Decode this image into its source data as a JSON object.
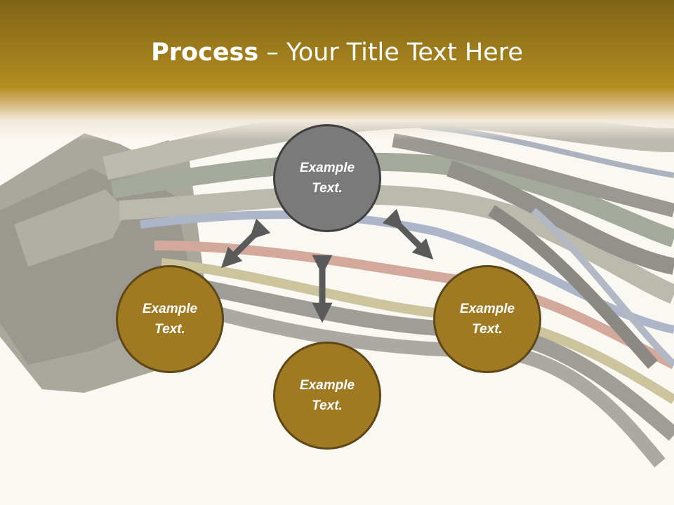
{
  "slide": {
    "title_bold": "Process",
    "title_rest": " – Your Title Text Here"
  },
  "nodes": [
    {
      "line1": "Example",
      "line2": "Text."
    },
    {
      "line1": "Example",
      "line2": "Text."
    },
    {
      "line1": "Example",
      "line2": "Text."
    },
    {
      "line1": "Example",
      "line2": "Text."
    }
  ],
  "colors": {
    "center_node": "#7a7a7a",
    "outer_node": "#a07a22",
    "arrow": "#5a5a5a",
    "header": "#a07e1c"
  }
}
